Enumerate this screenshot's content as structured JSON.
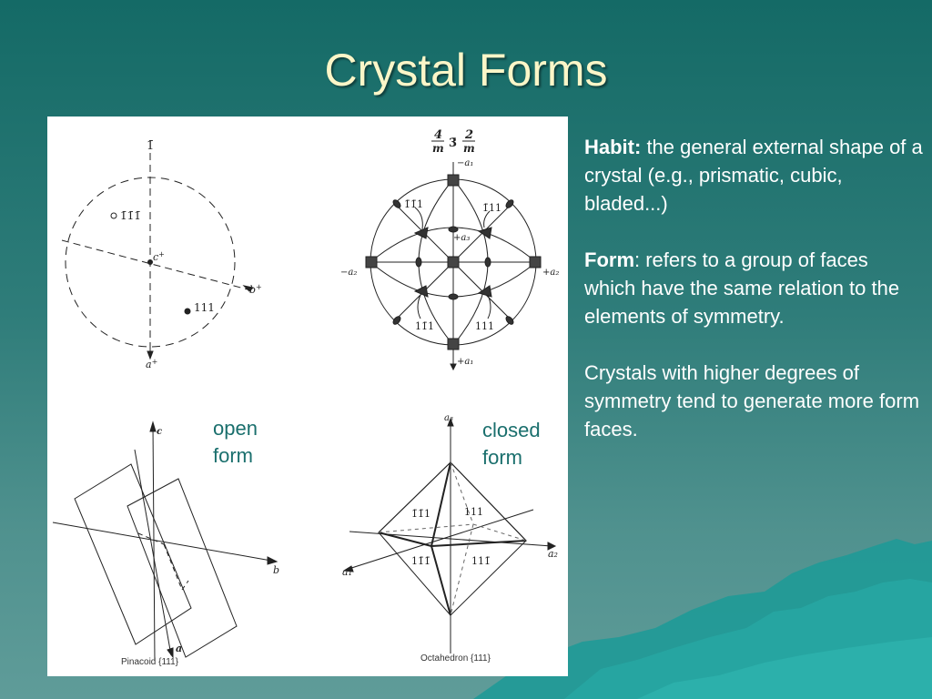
{
  "slide": {
    "title": "Crystal Forms"
  },
  "labels": {
    "open_form_line1": "open",
    "open_form_line2": "form",
    "closed_form_line1": "closed",
    "closed_form_line2": "form"
  },
  "body": {
    "habit_term": "Habit:",
    "habit_text": " the general external shape of a crystal (e.g., prismatic, cubic, bladed...)",
    "form_term": "Form",
    "form_text": ": refers to a group of faces which have the same relation to the elements of symmetry.",
    "symmetry_text": "Crystals with higher degrees of symmetry tend to generate more form faces."
  },
  "diagram": {
    "stereo1": {
      "symmetry": "1̄",
      "pole_upper": "1̄1̄1̄",
      "pole_lower": "111",
      "axis_c": "c",
      "axis_b": "b",
      "axis_a": "a",
      "plus": "+"
    },
    "stereo2": {
      "sym_4": "4",
      "sym_m1": "m",
      "sym_3": "3̄",
      "sym_2": "2",
      "sym_m2": "m",
      "neg_a1": "−a₁",
      "pos_a1": "+a₁",
      "neg_a2": "−a₂",
      "pos_a2": "+a₂",
      "pos_a3": "+a₃",
      "face_ul": "1̄1̄1",
      "face_ur": "1̄11",
      "face_ll": "11̄1",
      "face_lr": "111"
    },
    "pinacoid": {
      "axis_c": "c",
      "axis_b": "b",
      "axis_a": "a",
      "caption": "Pinacoid {111}"
    },
    "octahedron": {
      "axis_a3": "a₃",
      "axis_a2": "a₂",
      "axis_a1": "a₁",
      "face_ul": "1̄1̄1",
      "face_ur": "111",
      "face_ll": "11̄1̄",
      "face_lr": "111̄",
      "caption": "Octahedron {111}"
    }
  },
  "colors": {
    "title": "#fbf6c8",
    "accent_label": "#1a6f6d",
    "body_text": "#ffffff"
  }
}
